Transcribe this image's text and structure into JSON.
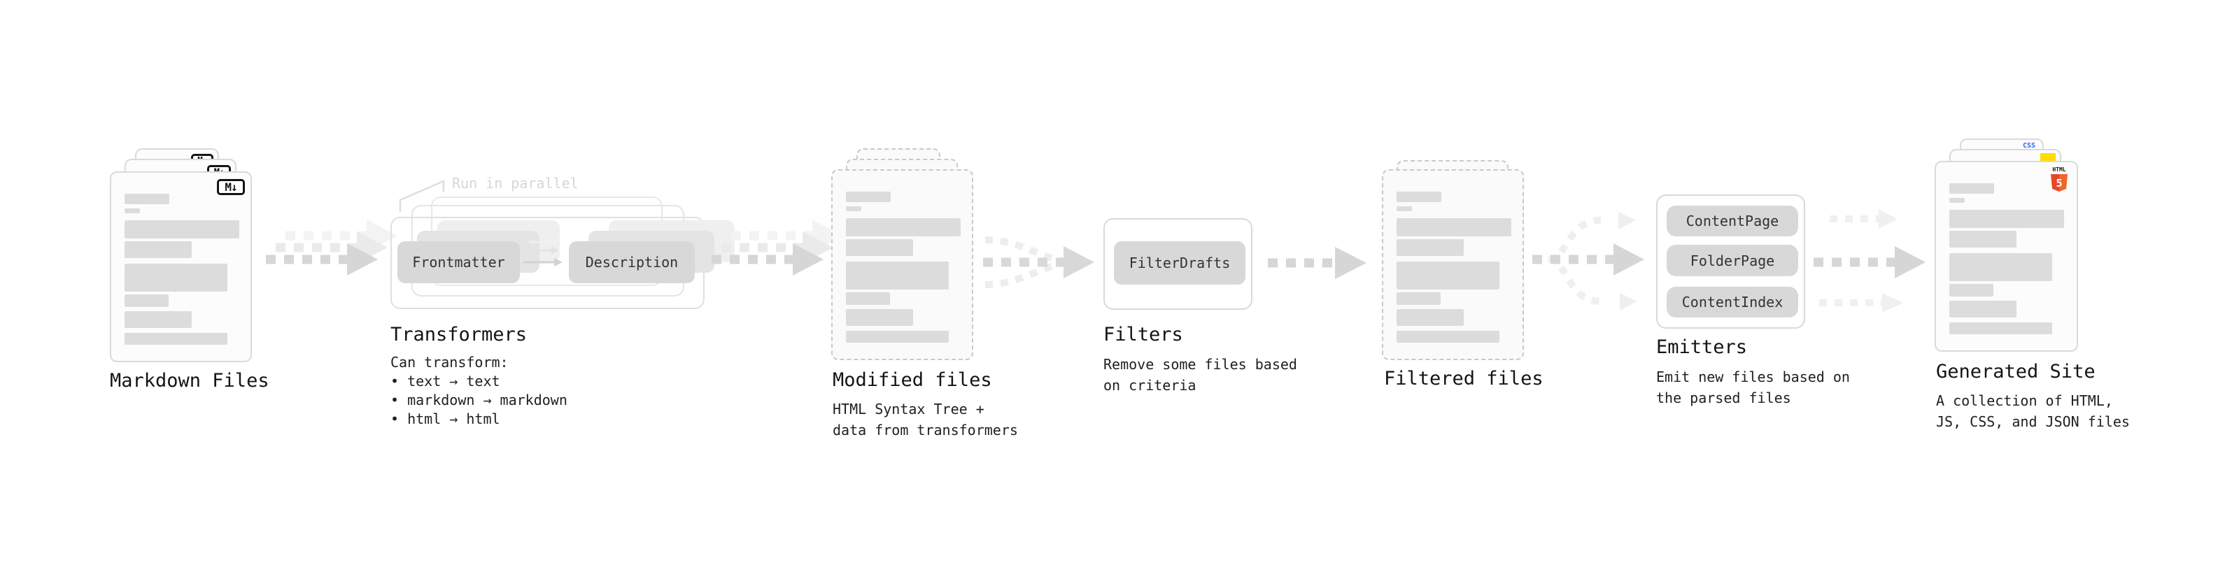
{
  "ui": {
    "bullet": "•"
  },
  "stages": {
    "markdown": {
      "label": "Markdown Files",
      "badge": "M↓",
      "icon": "markdown-icon"
    },
    "transformers": {
      "label": "Transformers",
      "callout": "Run in parallel",
      "pills": [
        "Frontmatter",
        "Description"
      ],
      "sub_title": "Can transform:",
      "items": [
        "text → text",
        "markdown → markdown",
        "html → html"
      ]
    },
    "modified": {
      "label": "Modified files",
      "sub": [
        "HTML Syntax Tree +",
        "data from transformers"
      ]
    },
    "filters": {
      "label": "Filters",
      "pills": [
        "FilterDrafts"
      ],
      "sub": [
        "Remove some files based",
        "on criteria"
      ]
    },
    "filtered": {
      "label": "Filtered files"
    },
    "emitters": {
      "label": "Emitters",
      "pills": [
        "ContentPage",
        "FolderPage",
        "ContentIndex"
      ],
      "sub": [
        "Emit new files based on",
        "the parsed files"
      ]
    },
    "site": {
      "label": "Generated Site",
      "sub": [
        "A collection of HTML,",
        "JS, CSS, and JSON files"
      ],
      "badges": {
        "css": "CSS",
        "html_top": "HTML",
        "html_num": "5"
      }
    }
  },
  "colors": {
    "bar": "#dcdcdc",
    "pill": "#d8d8d8",
    "arrow": "#d6d6d6",
    "arrow_faint": "#efefef",
    "html5_orange": "#e8472b",
    "html5_orange_light": "#f16529",
    "js_yellow": "#ffdb00",
    "css_blue": "#2965f1"
  }
}
